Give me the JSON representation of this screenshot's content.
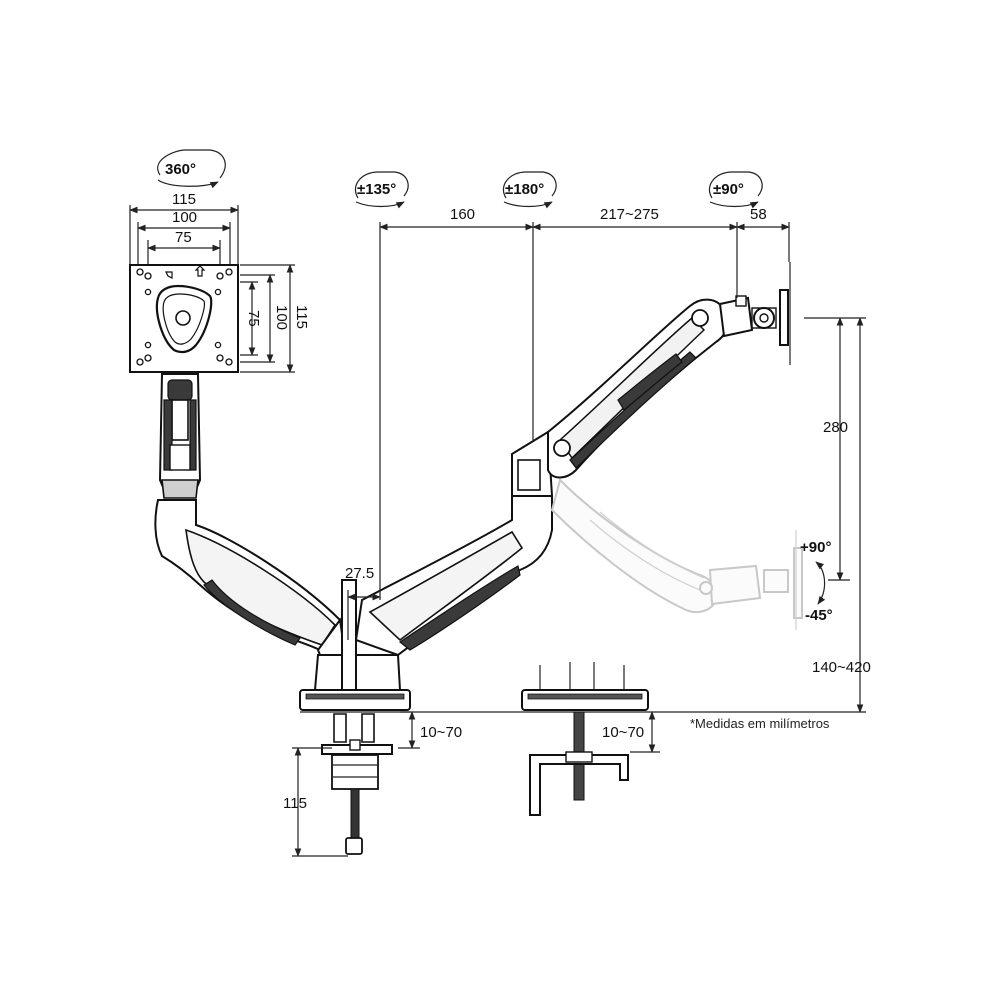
{
  "rotations": {
    "plate": "360°",
    "base": "±135°",
    "elbow": "±180°",
    "head": "±90°"
  },
  "dimensions": {
    "vesa_outer": "115",
    "vesa_mid": "100",
    "vesa_inner": "75",
    "vesa_side_outer": "115",
    "vesa_side_mid": "100",
    "vesa_side_inner": "75",
    "arm_lower": "160",
    "arm_upper": "217~275",
    "head_depth": "58",
    "height_travel": "280",
    "height_range": "140~420",
    "pole_offset": "27.5",
    "desk_clamp_left": "10~70",
    "desk_clamp_right": "10~70",
    "clamp_length": "115"
  },
  "tilt": {
    "up": "+90°",
    "down": "-45°"
  },
  "note": "*Medidas em milímetros",
  "colors": {
    "ink": "#111111",
    "ghost": "#c8c8c8"
  }
}
